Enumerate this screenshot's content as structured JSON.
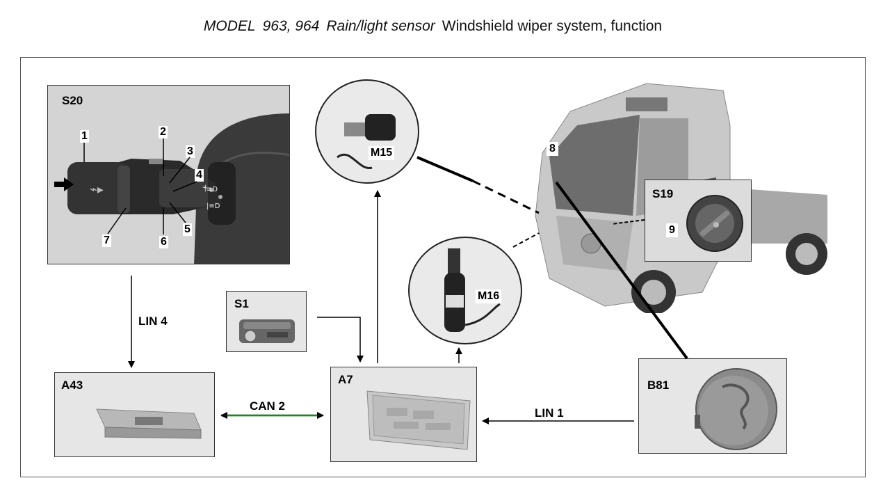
{
  "title": {
    "model": "MODEL",
    "model_numbers": "963, 964",
    "sensor": "Rain/light sensor",
    "description": "Windshield wiper system, function"
  },
  "components": {
    "s20": "S20",
    "s1": "S1",
    "a43": "A43",
    "a7": "A7",
    "b81": "B81",
    "s19": "S19",
    "m15": "M15",
    "m16": "M16"
  },
  "callouts": {
    "n1": "1",
    "n2": "2",
    "n3": "3",
    "n4": "4",
    "n5": "5",
    "n6": "6",
    "n7": "7",
    "n8": "8",
    "n9": "9"
  },
  "connections": {
    "lin4": "LIN 4",
    "can2": "CAN 2",
    "lin1": "LIN 1"
  },
  "colors": {
    "can_line": "#4caf50",
    "panel_bg": "#e6e6e6",
    "frame": "#555555"
  }
}
